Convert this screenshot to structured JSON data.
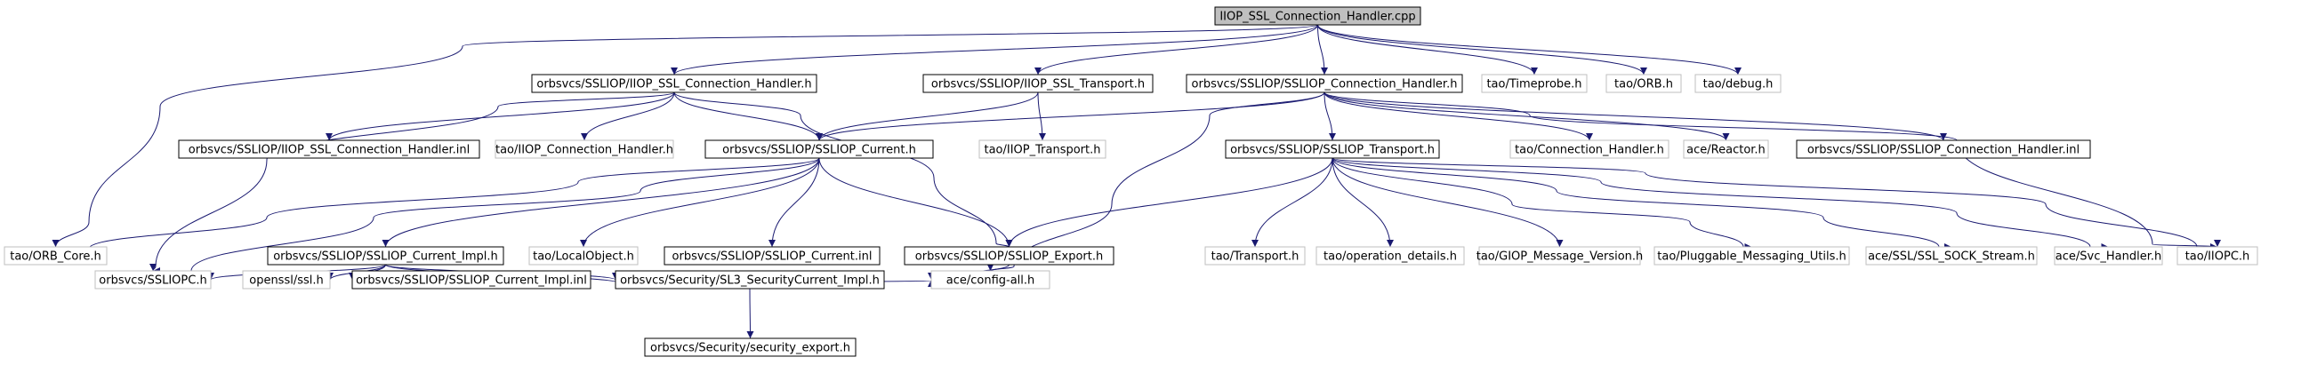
{
  "colors": {
    "edge": "#191970",
    "root_fill": "#bfbfbf",
    "documented_stroke": "#000000",
    "external_stroke": "#bfbfbf",
    "text": "#000000"
  },
  "diagram": {
    "root": "n0",
    "nodes": [
      {
        "id": "n0",
        "label": "IIOP_SSL_Connection_Handler.cpp",
        "kind": "root"
      },
      {
        "id": "n1",
        "label": "orbsvcs/SSLIOP/IIOP_SSL_Connection_Handler.h",
        "kind": "documented"
      },
      {
        "id": "n2",
        "label": "orbsvcs/SSLIOP/IIOP_SSL_Transport.h",
        "kind": "documented"
      },
      {
        "id": "n3",
        "label": "orbsvcs/SSLIOP/SSLIOP_Connection_Handler.h",
        "kind": "documented"
      },
      {
        "id": "n4",
        "label": "tao/Timeprobe.h",
        "kind": "external"
      },
      {
        "id": "n5",
        "label": "tao/ORB.h",
        "kind": "external"
      },
      {
        "id": "n6",
        "label": "tao/debug.h",
        "kind": "external"
      },
      {
        "id": "n7",
        "label": "orbsvcs/SSLIOP/IIOP_SSL_Connection_Handler.inl",
        "kind": "documented"
      },
      {
        "id": "n8",
        "label": "tao/IIOP_Connection_Handler.h",
        "kind": "external"
      },
      {
        "id": "n9",
        "label": "orbsvcs/SSLIOP/SSLIOP_Current.h",
        "kind": "documented"
      },
      {
        "id": "n10",
        "label": "tao/IIOP_Transport.h",
        "kind": "external"
      },
      {
        "id": "n11",
        "label": "orbsvcs/SSLIOP/SSLIOP_Transport.h",
        "kind": "documented"
      },
      {
        "id": "n12",
        "label": "tao/Connection_Handler.h",
        "kind": "external"
      },
      {
        "id": "n13",
        "label": "ace/Reactor.h",
        "kind": "external"
      },
      {
        "id": "n14",
        "label": "orbsvcs/SSLIOP/SSLIOP_Connection_Handler.inl",
        "kind": "documented"
      },
      {
        "id": "n15",
        "label": "tao/ORB_Core.h",
        "kind": "external"
      },
      {
        "id": "n16",
        "label": "orbsvcs/SSLIOP/SSLIOP_Current_Impl.h",
        "kind": "documented"
      },
      {
        "id": "n17",
        "label": "tao/LocalObject.h",
        "kind": "external"
      },
      {
        "id": "n18",
        "label": "orbsvcs/SSLIOP/SSLIOP_Current.inl",
        "kind": "documented"
      },
      {
        "id": "n19",
        "label": "orbsvcs/SSLIOP/SSLIOP_Export.h",
        "kind": "documented"
      },
      {
        "id": "n20",
        "label": "tao/Transport.h",
        "kind": "external"
      },
      {
        "id": "n21",
        "label": "tao/operation_details.h",
        "kind": "external"
      },
      {
        "id": "n22",
        "label": "tao/GIOP_Message_Version.h",
        "kind": "external"
      },
      {
        "id": "n23",
        "label": "tao/Pluggable_Messaging_Utils.h",
        "kind": "external"
      },
      {
        "id": "n24",
        "label": "ace/SSL/SSL_SOCK_Stream.h",
        "kind": "external"
      },
      {
        "id": "n25",
        "label": "ace/Svc_Handler.h",
        "kind": "external"
      },
      {
        "id": "n26",
        "label": "tao/IIOPC.h",
        "kind": "external"
      },
      {
        "id": "n27",
        "label": "orbsvcs/SSLIOPC.h",
        "kind": "external"
      },
      {
        "id": "n28",
        "label": "openssl/ssl.h",
        "kind": "external"
      },
      {
        "id": "n29",
        "label": "orbsvcs/SSLIOP/SSLIOP_Current_Impl.inl",
        "kind": "documented"
      },
      {
        "id": "n30",
        "label": "orbsvcs/Security/SL3_SecurityCurrent_Impl.h",
        "kind": "documented"
      },
      {
        "id": "n31",
        "label": "ace/config-all.h",
        "kind": "external"
      },
      {
        "id": "n32",
        "label": "orbsvcs/Security/security_export.h",
        "kind": "documented"
      }
    ],
    "edges": [
      [
        "n0",
        "n1"
      ],
      [
        "n0",
        "n2"
      ],
      [
        "n0",
        "n3"
      ],
      [
        "n0",
        "n4"
      ],
      [
        "n0",
        "n5"
      ],
      [
        "n0",
        "n6"
      ],
      [
        "n0",
        "n15"
      ],
      [
        "n1",
        "n7"
      ],
      [
        "n1",
        "n8"
      ],
      [
        "n1",
        "n9"
      ],
      [
        "n1",
        "n19"
      ],
      [
        "n1",
        "n27"
      ],
      [
        "n2",
        "n9"
      ],
      [
        "n2",
        "n10"
      ],
      [
        "n3",
        "n9"
      ],
      [
        "n3",
        "n11"
      ],
      [
        "n3",
        "n12"
      ],
      [
        "n3",
        "n13"
      ],
      [
        "n3",
        "n14"
      ],
      [
        "n3",
        "n26"
      ],
      [
        "n3",
        "n31"
      ],
      [
        "n9",
        "n15"
      ],
      [
        "n9",
        "n16"
      ],
      [
        "n9",
        "n17"
      ],
      [
        "n9",
        "n18"
      ],
      [
        "n9",
        "n19"
      ],
      [
        "n9",
        "n27"
      ],
      [
        "n11",
        "n19"
      ],
      [
        "n11",
        "n20"
      ],
      [
        "n11",
        "n21"
      ],
      [
        "n11",
        "n22"
      ],
      [
        "n11",
        "n23"
      ],
      [
        "n11",
        "n24"
      ],
      [
        "n11",
        "n25"
      ],
      [
        "n11",
        "n26"
      ],
      [
        "n16",
        "n27"
      ],
      [
        "n16",
        "n28"
      ],
      [
        "n16",
        "n29"
      ],
      [
        "n16",
        "n30"
      ],
      [
        "n16",
        "n31"
      ],
      [
        "n19",
        "n31"
      ],
      [
        "n30",
        "n32"
      ]
    ]
  }
}
